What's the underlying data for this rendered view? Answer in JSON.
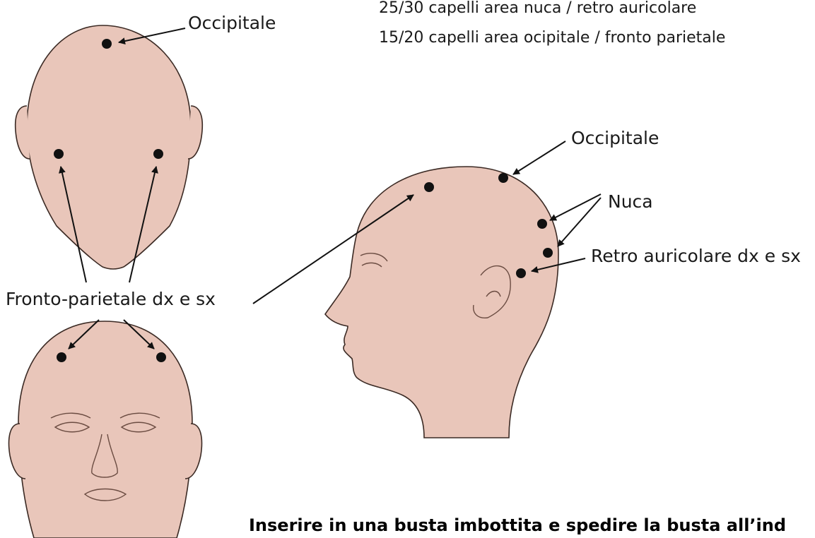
{
  "notes": {
    "line1": "25/30 capelli area nuca / retro auricolare",
    "line2": "15/20 capelli area ocipitale / fronto parietale"
  },
  "labels": {
    "occipitale_top": "Occipitale",
    "occipitale_side": "Occipitale",
    "nuca": "Nuca",
    "retro_auricolare": "Retro auricolare dx e sx",
    "fronto_parietale": "Fronto-parietale dx e sx"
  },
  "footer": {
    "instruction": "Inserire in una busta imbottita e spedire la busta all’ind"
  },
  "colors": {
    "skin": "#e9c6ba",
    "outline": "#3b2a24",
    "dot": "#111111"
  }
}
